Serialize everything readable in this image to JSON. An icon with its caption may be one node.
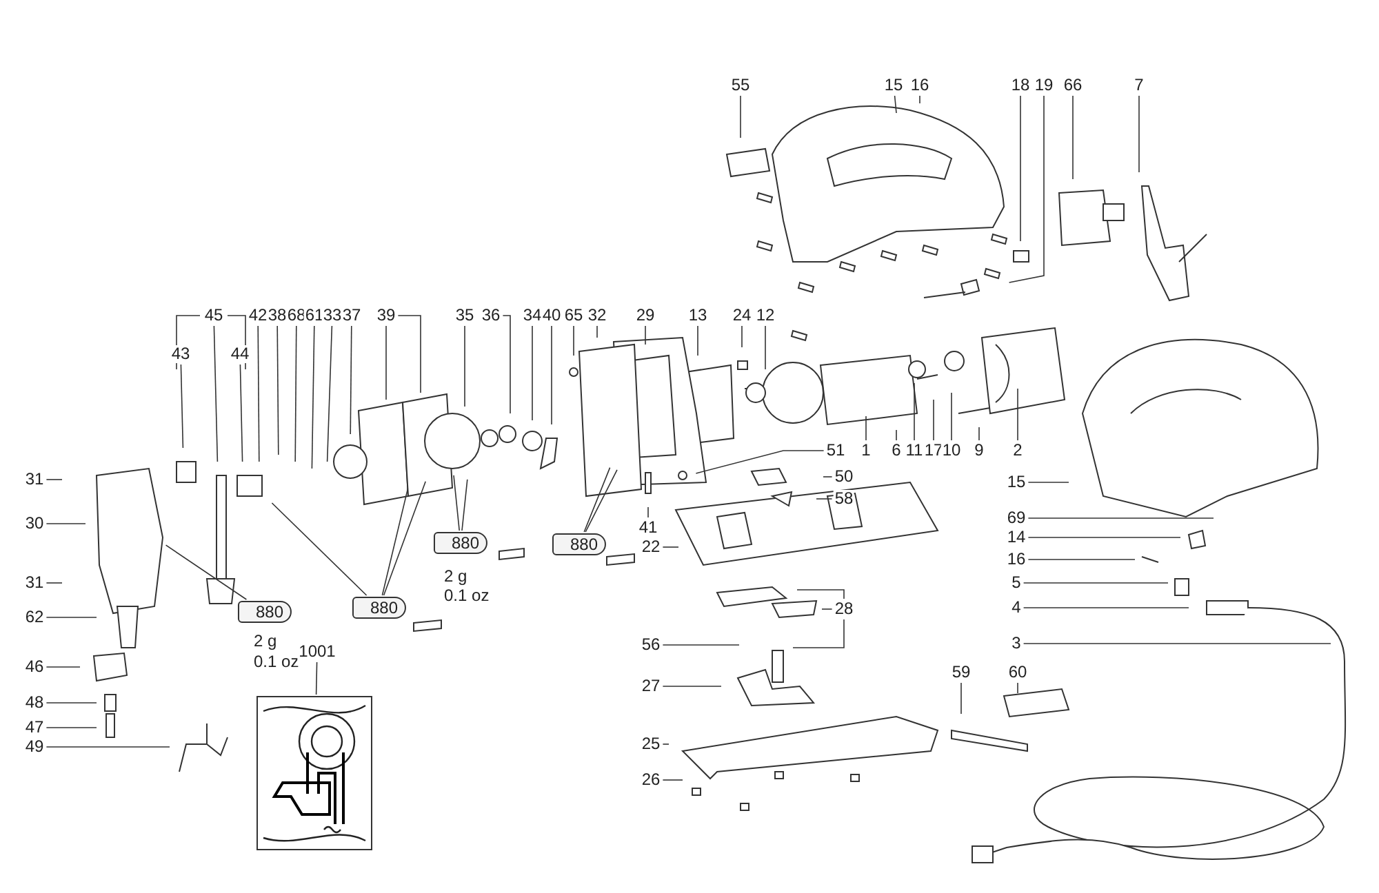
{
  "diagram": {
    "nodes": [
      {
        "text": [
          "55"
        ]
      },
      {
        "text": [
          "15"
        ]
      },
      {
        "text": [
          "16"
        ]
      },
      {
        "text": [
          "18"
        ]
      },
      {
        "text": [
          "19"
        ]
      },
      {
        "text": [
          "66"
        ]
      },
      {
        "text": [
          "7"
        ]
      },
      {
        "text": [
          "45"
        ]
      },
      {
        "text": [
          "43"
        ]
      },
      {
        "text": [
          "44"
        ]
      },
      {
        "text": [
          "42"
        ]
      },
      {
        "text": [
          "38"
        ]
      },
      {
        "text": [
          "68"
        ]
      },
      {
        "text": [
          "61"
        ]
      },
      {
        "text": [
          "33"
        ]
      },
      {
        "text": [
          "37"
        ]
      },
      {
        "text": [
          "39"
        ]
      },
      {
        "text": [
          "35"
        ]
      },
      {
        "text": [
          "36"
        ]
      },
      {
        "text": [
          "34"
        ]
      },
      {
        "text": [
          "40"
        ]
      },
      {
        "text": [
          "65"
        ]
      },
      {
        "text": [
          "32"
        ]
      },
      {
        "text": [
          "29"
        ]
      },
      {
        "text": [
          "13"
        ]
      },
      {
        "text": [
          "24"
        ]
      },
      {
        "text": [
          "12"
        ]
      },
      {
        "text": [
          "51"
        ]
      },
      {
        "text": [
          "1"
        ]
      },
      {
        "text": [
          "6"
        ]
      },
      {
        "text": [
          "11"
        ]
      },
      {
        "text": [
          "17"
        ]
      },
      {
        "text": [
          "10"
        ]
      },
      {
        "text": [
          "9"
        ]
      },
      {
        "text": [
          "2"
        ]
      },
      {
        "text": [
          "31"
        ]
      },
      {
        "text": [
          "30"
        ]
      },
      {
        "text": [
          "50"
        ]
      },
      {
        "text": [
          "15"
        ]
      },
      {
        "text": [
          "58"
        ]
      },
      {
        "text": [
          "69"
        ]
      },
      {
        "text": [
          "14"
        ]
      },
      {
        "text": [
          "31"
        ]
      },
      {
        "text": [
          "16"
        ]
      },
      {
        "text": [
          "5"
        ]
      },
      {
        "text": [
          "4"
        ]
      },
      {
        "text": [
          "880"
        ],
        "beside": [
          "2 g",
          "0.1 oz"
        ]
      },
      {
        "text": [
          "880"
        ]
      },
      {
        "text": [
          "880"
        ],
        "beside": [
          "2 g",
          "0.1 oz"
        ]
      },
      {
        "text": [
          "880"
        ]
      },
      {
        "text": [
          "41"
        ]
      },
      {
        "text": [
          "22"
        ]
      },
      {
        "text": [
          "62"
        ]
      },
      {
        "text": [
          "3"
        ]
      },
      {
        "text": [
          "28"
        ]
      },
      {
        "text": [
          "46"
        ]
      },
      {
        "text": [
          "1001"
        ]
      },
      {
        "text": [
          "56"
        ]
      },
      {
        "text": [
          "48"
        ]
      },
      {
        "text": [
          "27"
        ]
      },
      {
        "text": [
          "47"
        ]
      },
      {
        "text": [
          "49"
        ]
      },
      {
        "text": [
          "59"
        ]
      },
      {
        "text": [
          "60"
        ]
      },
      {
        "text": [
          "25"
        ]
      },
      {
        "text": [
          "26"
        ]
      },
      {
        "text": [],
        "shape": "picture"
      }
    ],
    "edges": [
      {
        "from": 0,
        "to": null,
        "arrow": "none"
      },
      {
        "from": 1,
        "to": null,
        "arrow": "none"
      },
      {
        "from": 2,
        "to": null,
        "arrow": "none"
      },
      {
        "from": 3,
        "to": null,
        "arrow": "none"
      },
      {
        "from": 4,
        "to": null,
        "arrow": "none"
      },
      {
        "from": 5,
        "to": null,
        "arrow": "none"
      },
      {
        "from": 6,
        "to": null,
        "arrow": "none"
      },
      {
        "from": 7,
        "to": null,
        "arrow": "none"
      },
      {
        "from": 8,
        "to": null,
        "arrow": "none"
      },
      {
        "from": 9,
        "to": null,
        "arrow": "none"
      },
      {
        "from": 10,
        "to": null,
        "arrow": "none"
      },
      {
        "from": 11,
        "to": null,
        "arrow": "none"
      },
      {
        "from": 12,
        "to": null,
        "arrow": "none"
      },
      {
        "from": 13,
        "to": null,
        "arrow": "none"
      },
      {
        "from": 14,
        "to": null,
        "arrow": "none"
      },
      {
        "from": 15,
        "to": null,
        "arrow": "none"
      },
      {
        "from": 16,
        "to": null,
        "arrow": "none"
      },
      {
        "from": 16,
        "to": null,
        "arrow": "none"
      },
      {
        "from": 17,
        "to": null,
        "arrow": "none"
      },
      {
        "from": 18,
        "to": null,
        "arrow": "none"
      },
      {
        "from": 19,
        "to": null,
        "arrow": "none"
      },
      {
        "from": 20,
        "to": null,
        "arrow": "none"
      },
      {
        "from": 21,
        "to": null,
        "arrow": "none"
      },
      {
        "from": 22,
        "to": null,
        "arrow": "none"
      },
      {
        "from": 23,
        "to": null,
        "arrow": "none"
      },
      {
        "from": 24,
        "to": null,
        "arrow": "none"
      },
      {
        "from": 25,
        "to": null,
        "arrow": "none"
      },
      {
        "from": 26,
        "to": null,
        "arrow": "none"
      },
      {
        "from": 27,
        "to": null,
        "arrow": "none"
      },
      {
        "from": 28,
        "to": null,
        "arrow": "none"
      },
      {
        "from": 29,
        "to": null,
        "arrow": "none"
      },
      {
        "from": 30,
        "to": null,
        "arrow": "none"
      },
      {
        "from": 31,
        "to": null,
        "arrow": "none"
      },
      {
        "from": 32,
        "to": null,
        "arrow": "none"
      },
      {
        "from": 33,
        "to": null,
        "arrow": "none"
      },
      {
        "from": 34,
        "to": null,
        "arrow": "none"
      },
      {
        "from": 35,
        "to": null,
        "arrow": "none"
      },
      {
        "from": 36,
        "to": null,
        "arrow": "none"
      },
      {
        "from": 37,
        "to": null,
        "arrow": "none"
      },
      {
        "from": 38,
        "to": null,
        "arrow": "none"
      },
      {
        "from": 39,
        "to": null,
        "arrow": "none"
      },
      {
        "from": 40,
        "to": null,
        "arrow": "none"
      },
      {
        "from": 41,
        "to": null,
        "arrow": "none"
      },
      {
        "from": 42,
        "to": null,
        "arrow": "none"
      },
      {
        "from": 43,
        "to": null,
        "arrow": "none"
      },
      {
        "from": 44,
        "to": null,
        "arrow": "none"
      },
      {
        "from": 45,
        "to": null,
        "arrow": "none"
      },
      {
        "from": 46,
        "to": null,
        "arrow": "none"
      },
      {
        "from": 47,
        "to": null,
        "arrow": "none"
      },
      {
        "from": 47,
        "to": null,
        "arrow": "none"
      },
      {
        "from": 47,
        "to": null,
        "arrow": "none"
      },
      {
        "from": 48,
        "to": null,
        "arrow": "none"
      },
      {
        "from": 48,
        "to": null,
        "arrow": "none"
      },
      {
        "from": 49,
        "to": null,
        "arrow": "none"
      },
      {
        "from": 49,
        "to": null,
        "arrow": "none"
      },
      {
        "from": 50,
        "to": null,
        "arrow": "none"
      },
      {
        "from": 51,
        "to": null,
        "arrow": "none"
      },
      {
        "from": 52,
        "to": null,
        "arrow": "none"
      },
      {
        "from": 53,
        "to": null,
        "arrow": "none"
      },
      {
        "from": 54,
        "to": null,
        "arrow": "none"
      },
      {
        "from": 54,
        "to": null,
        "arrow": "none"
      },
      {
        "from": 54,
        "to": null,
        "arrow": "none"
      },
      {
        "from": 55,
        "to": null,
        "arrow": "none"
      },
      {
        "from": 56,
        "to": 66,
        "arrow": "none"
      },
      {
        "from": 57,
        "to": null,
        "arrow": "none"
      },
      {
        "from": 58,
        "to": null,
        "arrow": "none"
      },
      {
        "from": 59,
        "to": null,
        "arrow": "none"
      },
      {
        "from": 60,
        "to": null,
        "arrow": "none"
      },
      {
        "from": 61,
        "to": null,
        "arrow": "none"
      },
      {
        "from": 62,
        "to": null,
        "arrow": "none"
      },
      {
        "from": 63,
        "to": null,
        "arrow": "none"
      },
      {
        "from": 64,
        "to": null,
        "arrow": "none"
      },
      {
        "from": 65,
        "to": null,
        "arrow": "none"
      }
    ]
  }
}
